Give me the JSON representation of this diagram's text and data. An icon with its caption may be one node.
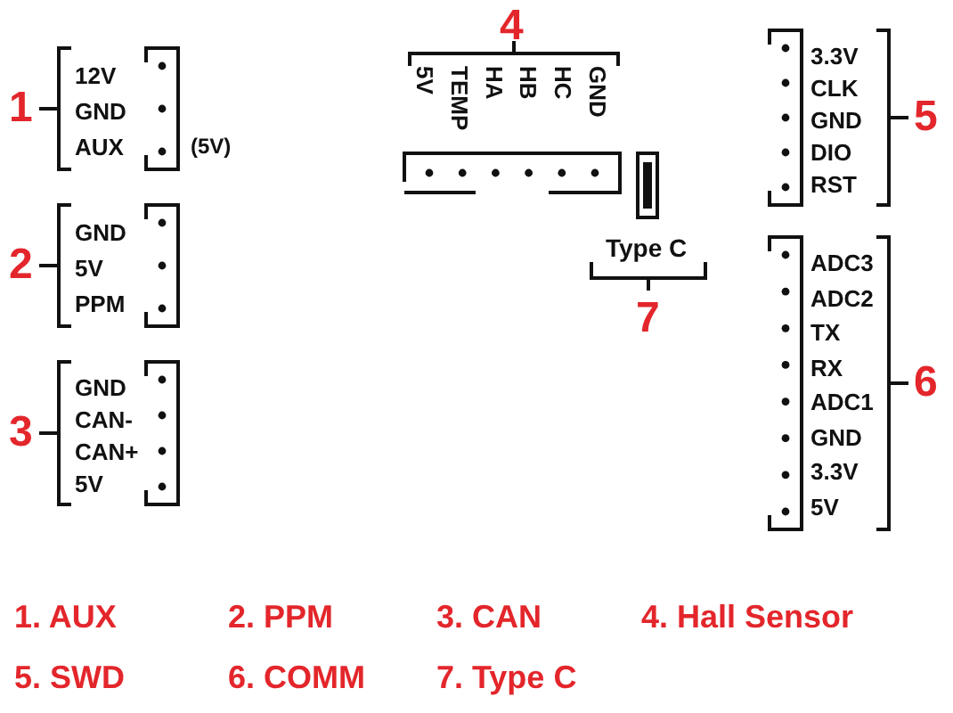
{
  "diagram": {
    "nodes": [
      {
        "text": [
          "12V",
          "GND",
          "AUX"
        ],
        "beside": [
          "1",
          "(5V)"
        ]
      },
      {
        "text": [
          "GND",
          "5V",
          "PPM"
        ],
        "beside": [
          "2"
        ]
      },
      {
        "text": [
          "GND",
          "CAN-",
          "CAN+",
          "5V"
        ],
        "beside": [
          "3"
        ]
      },
      {
        "text": [
          "5V",
          "TEMP",
          "HA",
          "HB",
          "HC",
          "GND"
        ],
        "beside": [
          "4"
        ]
      },
      {
        "text": [
          "Type C"
        ],
        "beside": [
          "7"
        ]
      },
      {
        "text": [
          "3.3V",
          "CLK",
          "GND",
          "DIO",
          "RST"
        ],
        "beside": [
          "5"
        ]
      },
      {
        "text": [
          "ADC3",
          "ADC2",
          "TX",
          "RX",
          "ADC1",
          "GND",
          "3.3V",
          "5V"
        ],
        "beside": [
          "6"
        ]
      }
    ],
    "labels": [
      "1. AUX",
      "2. PPM",
      "3. CAN",
      "4. Hall Sensor",
      "5. SWD",
      "6. COMM",
      "7. Type C"
    ]
  }
}
